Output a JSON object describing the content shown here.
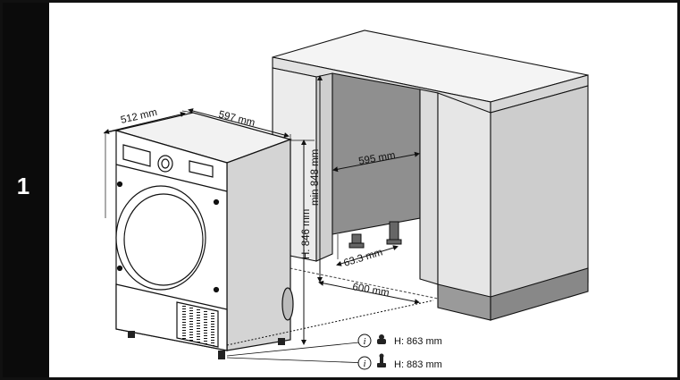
{
  "step": "1",
  "dims": {
    "depth": "512 mm",
    "width": "597 mm",
    "height": "H: 846 mm",
    "min_height": "min 848 mm",
    "niche_width": "595 mm",
    "gap": "63.3 mm",
    "niche_depth": "600 mm"
  },
  "feet": [
    {
      "marker": "i",
      "label": "H: 863 mm",
      "icon": "short-foot-icon"
    },
    {
      "marker": "i",
      "label": "H: 883 mm",
      "icon": "tall-foot-icon"
    }
  ]
}
